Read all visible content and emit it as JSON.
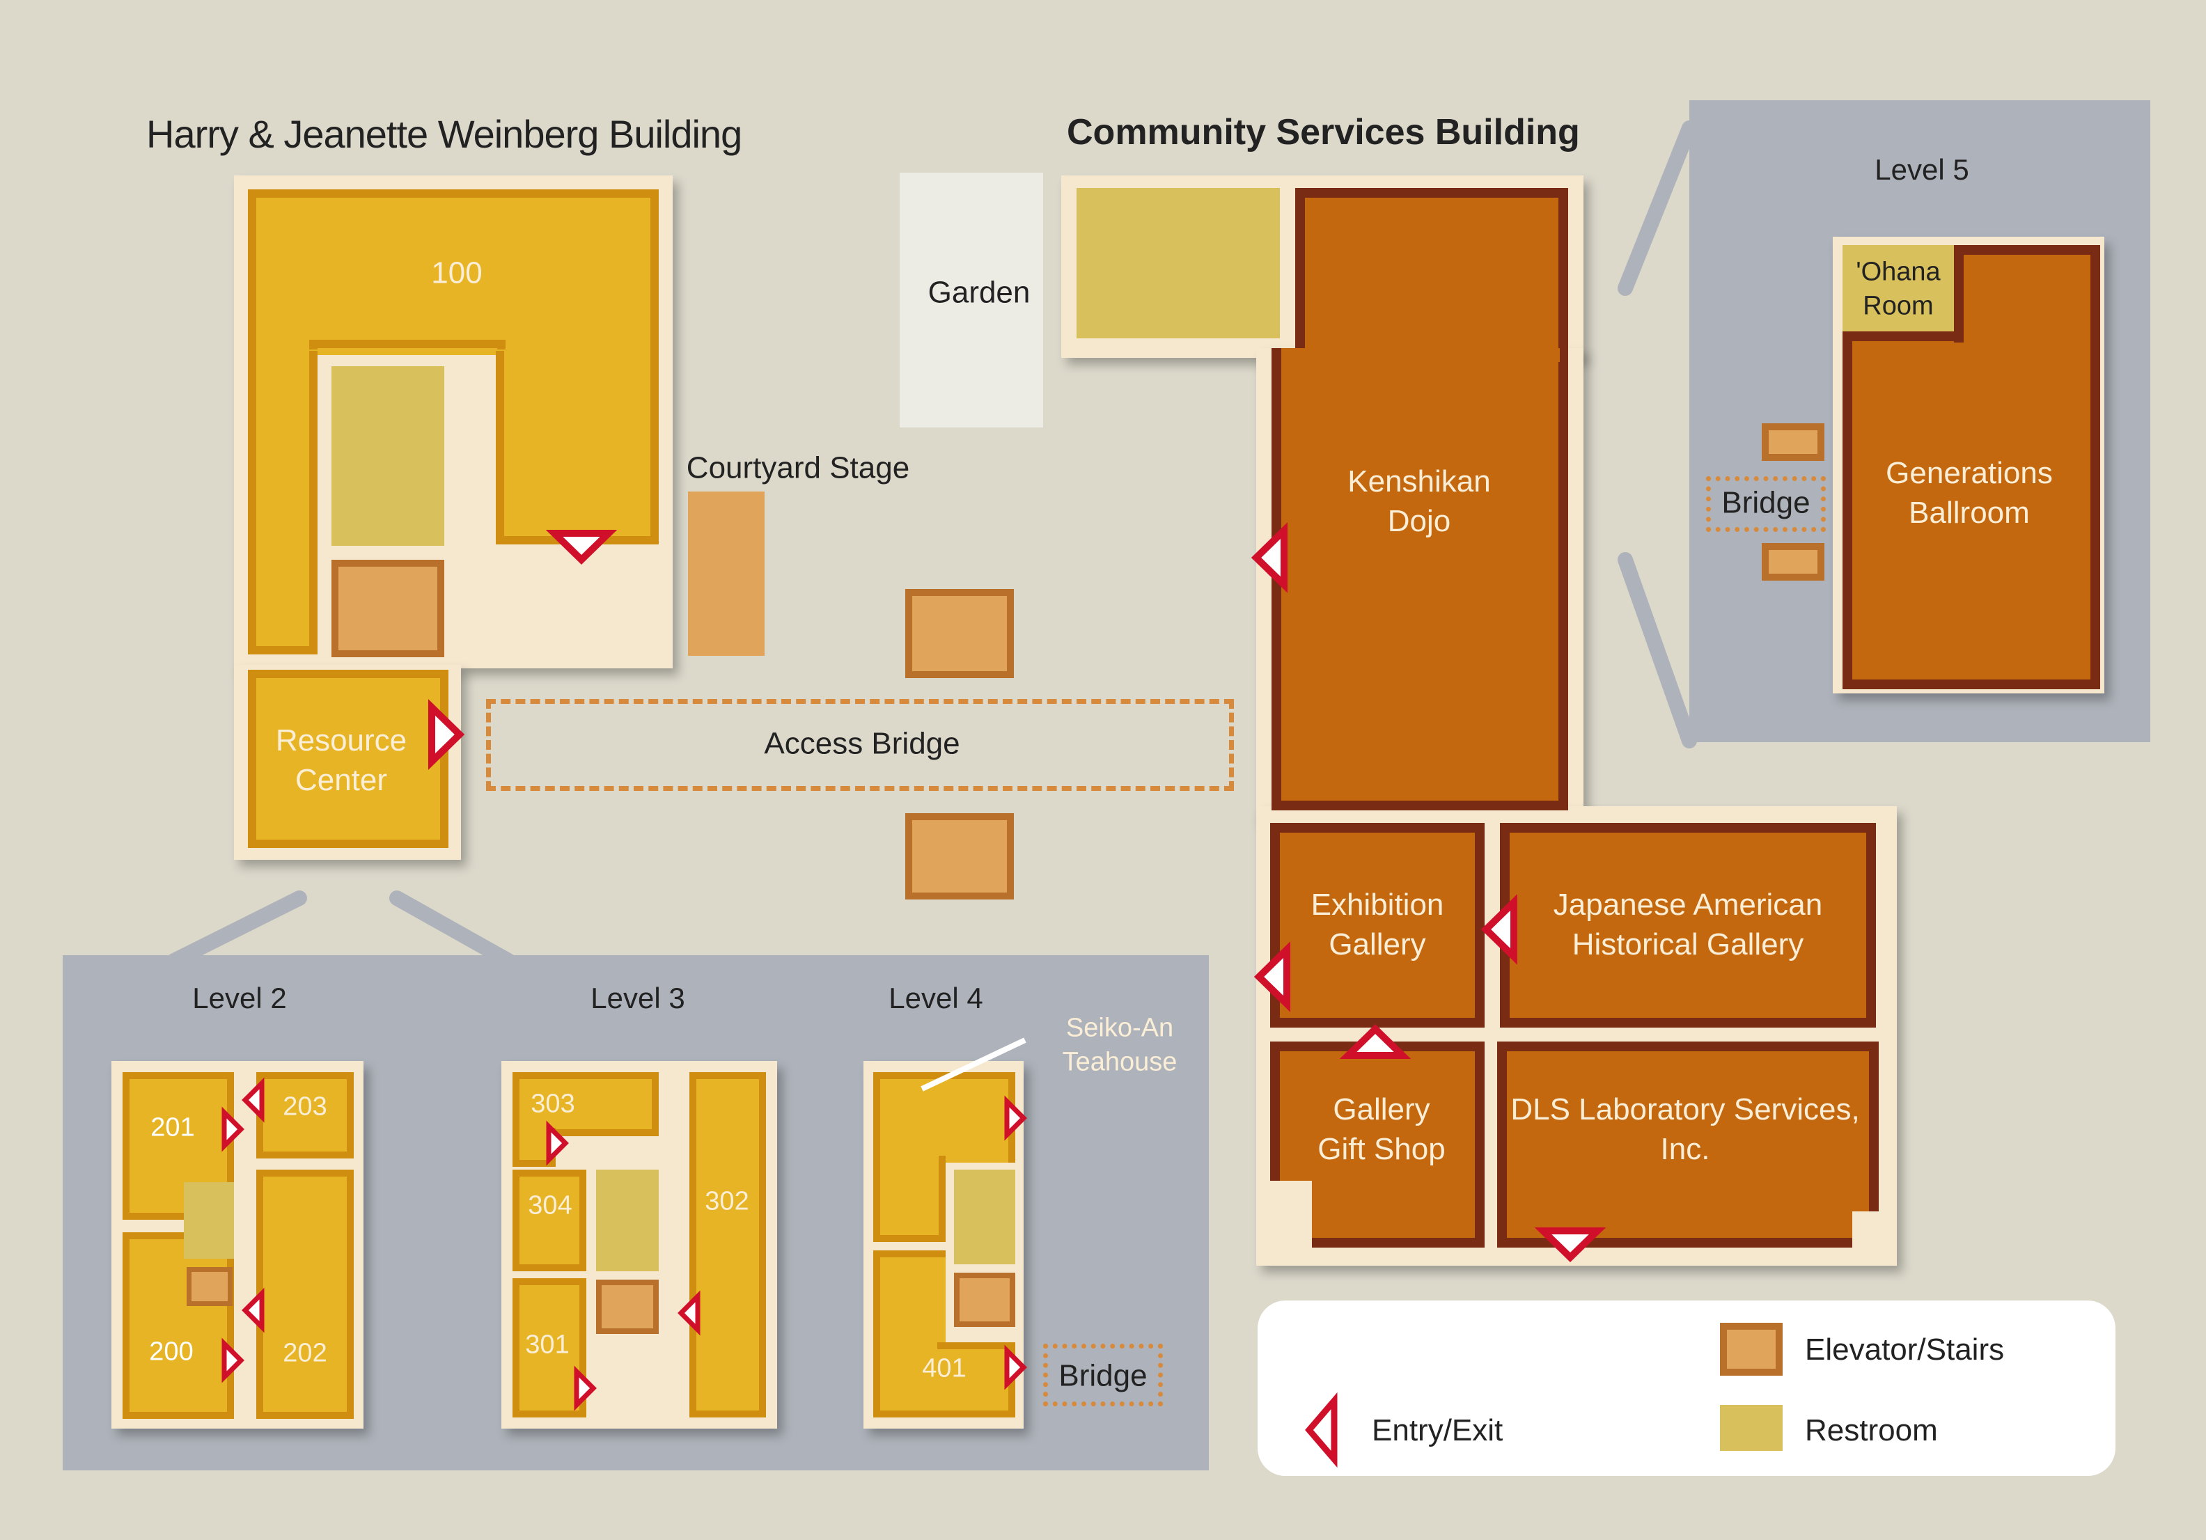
{
  "buildings": {
    "weinberg": {
      "title": "Harry & Jeanette Weinberg Building",
      "room_100": "100",
      "resource_center": "Resource\nCenter"
    },
    "community": {
      "title": "Community Services Building",
      "kenshikan_dojo": "Kenshikan\nDojo",
      "exhibition_gallery": "Exhibition\nGallery",
      "jahg": "Japanese American\nHistorical Gallery",
      "gift_shop": "Gallery\nGift Shop",
      "dls": "DLS Laboratory Services,\nInc."
    }
  },
  "outdoor": {
    "garden": "Garden",
    "courtyard_stage": "Courtyard Stage",
    "access_bridge": "Access Bridge"
  },
  "levels": {
    "level2": {
      "label": "Level 2",
      "rooms": [
        "201",
        "203",
        "200",
        "202"
      ]
    },
    "level3": {
      "label": "Level 3",
      "rooms": [
        "303",
        "304",
        "302",
        "301"
      ]
    },
    "level4": {
      "label": "Level 4",
      "rooms": [
        "401"
      ],
      "teahouse": "Seiko-An\nTeahouse",
      "bridge": "Bridge"
    },
    "level5": {
      "label": "Level 5",
      "ohana": "'Ohana\nRoom",
      "ballroom": "Generations\nBallroom",
      "bridge": "Bridge"
    }
  },
  "legend": {
    "entry_exit": "Entry/Exit",
    "elevator_stairs": "Elevator/Stairs",
    "restroom": "Restroom"
  },
  "colors": {
    "background": "#dcd9cb",
    "weinberg_room": "#e6b424",
    "community_room": "#c4680f",
    "restroom": "#d8c05c",
    "elevator": "#e0a55a",
    "entry_exit": "#d0102a",
    "level_panel": "#aeb3bb"
  }
}
